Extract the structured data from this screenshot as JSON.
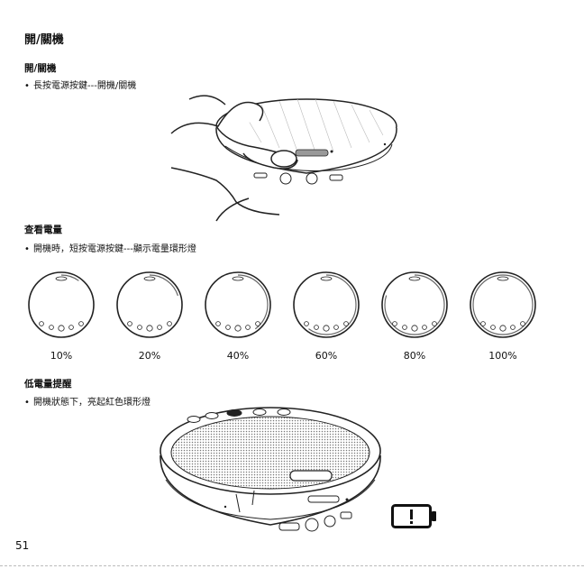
{
  "page": {
    "title": "開/關機",
    "page_number": "51"
  },
  "sections": {
    "power": {
      "title": "開/關機",
      "bullet": "長按電源按鍵---開機/關機"
    },
    "battery_check": {
      "title": "查看電量",
      "bullet": "開機時，短按電源按鍵---顯示電量環形燈",
      "levels": [
        {
          "label": "10%",
          "value": 10
        },
        {
          "label": "20%",
          "value": 20
        },
        {
          "label": "40%",
          "value": 40
        },
        {
          "label": "60%",
          "value": 60
        },
        {
          "label": "80%",
          "value": 80
        },
        {
          "label": "100%",
          "value": 100
        }
      ]
    },
    "low_battery": {
      "title": "低電量提醒",
      "bullet": "開機狀態下，亮起紅色環形燈",
      "battery_symbol": "!"
    }
  },
  "icons": [
    "hand-pressing-power-illustration",
    "speaker-dial-icon",
    "speaker-illustration",
    "low-battery-icon"
  ]
}
